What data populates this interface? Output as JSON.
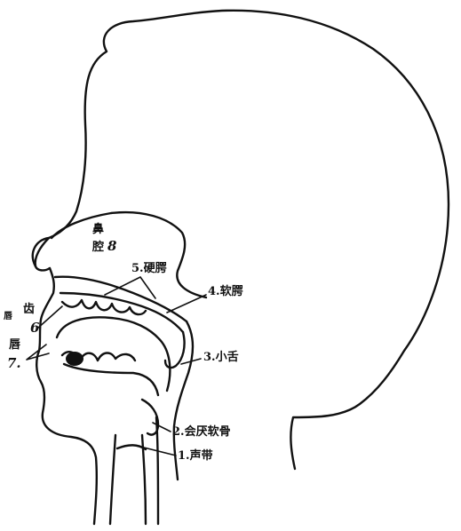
{
  "labels": {
    "nasal_cavity_char1": "鼻",
    "nasal_cavity_char2": "腔",
    "nasal_cavity_num": "8",
    "hard_palate": "5.硬腭",
    "soft_palate": "4.软腭",
    "uvula": "3.小舌",
    "epiglottis": "2.会厌软骨",
    "vocal_cords": "1.声带",
    "teeth_char": "齿",
    "teeth_num": "6",
    "lip_small": "唇",
    "lips_char": "唇",
    "lips_num": "7."
  },
  "colors": {
    "ink": "#111111",
    "background": "#ffffff"
  }
}
